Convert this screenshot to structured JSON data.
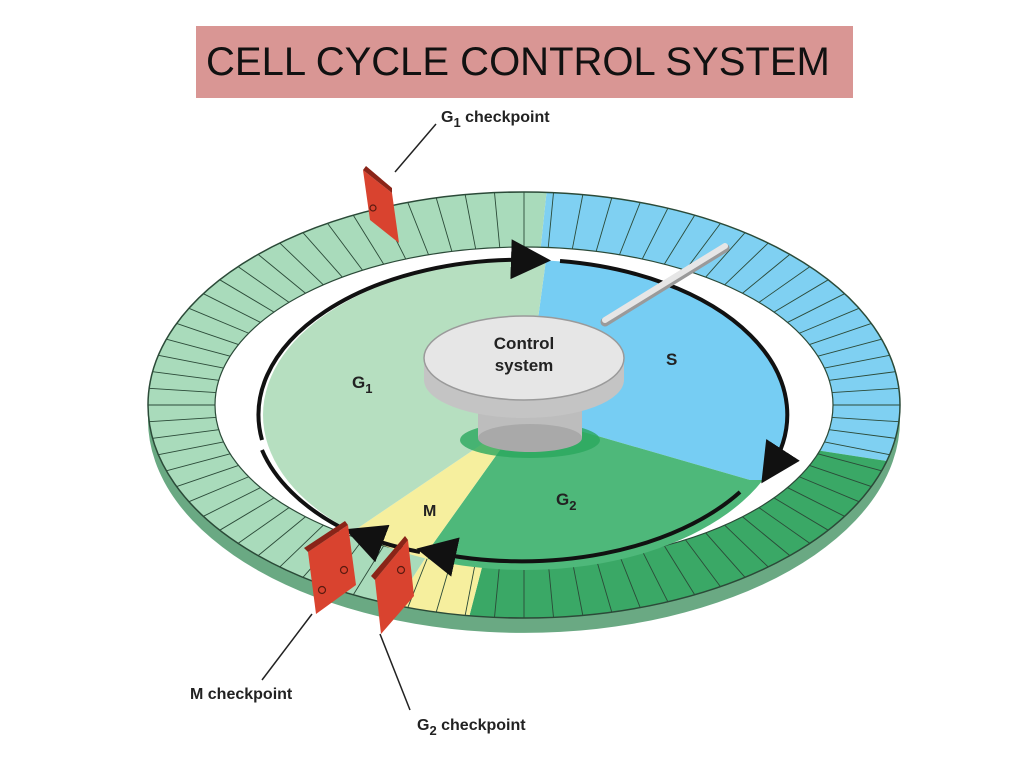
{
  "title": "CELL CYCLE CONTROL SYSTEM",
  "diagram": {
    "control_system": {
      "line1": "Control",
      "line2": "system"
    },
    "phases": {
      "g1": {
        "main": "G",
        "sub": "1"
      },
      "s": {
        "main": "S"
      },
      "g2": {
        "main": "G",
        "sub": "2"
      },
      "m": {
        "main": "M"
      }
    },
    "checkpoints": {
      "g1": {
        "main": "G",
        "sub": "1",
        "rest": " checkpoint"
      },
      "m": {
        "label": "M checkpoint"
      },
      "g2": {
        "main": "G",
        "sub": "2",
        "rest": " checkpoint"
      }
    },
    "colors": {
      "g1": "#b6dfc0",
      "s": "#76cdf3",
      "g2": "#4eb87a",
      "m": "#f6ef9e",
      "ring_g1": "#a9dbbb",
      "ring_s": "#7fd0f2",
      "ring_g2": "#3aa866",
      "checkpoint": "#d9432f",
      "title_bg": "#d99694"
    }
  }
}
